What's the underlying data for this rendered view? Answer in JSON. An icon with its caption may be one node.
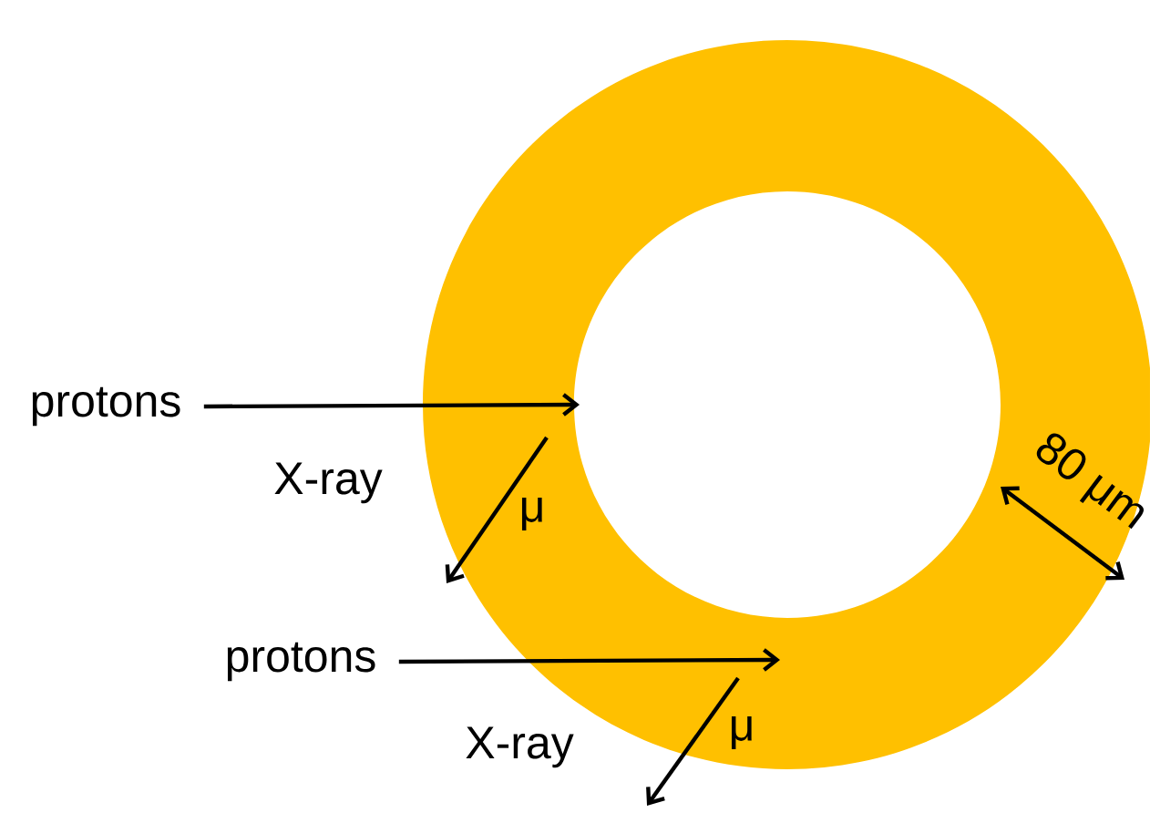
{
  "diagram": {
    "nodes": [
      {
        "text": [],
        "shape": "circle"
      },
      {
        "text": [
          "protons"
        ]
      },
      {
        "text": [
          "protons"
        ]
      }
    ],
    "edges": [
      {
        "from": 1,
        "to": 0,
        "arrow": "to"
      },
      {
        "from": 2,
        "to": 0,
        "arrow": "to"
      },
      {
        "from": 0,
        "to": null,
        "arrow": "to",
        "label": "X-ray"
      },
      {
        "from": 0,
        "to": null,
        "arrow": "to",
        "label": "X-ray"
      }
    ],
    "labels": [
      "μ",
      "μ",
      "80 μm"
    ]
  }
}
